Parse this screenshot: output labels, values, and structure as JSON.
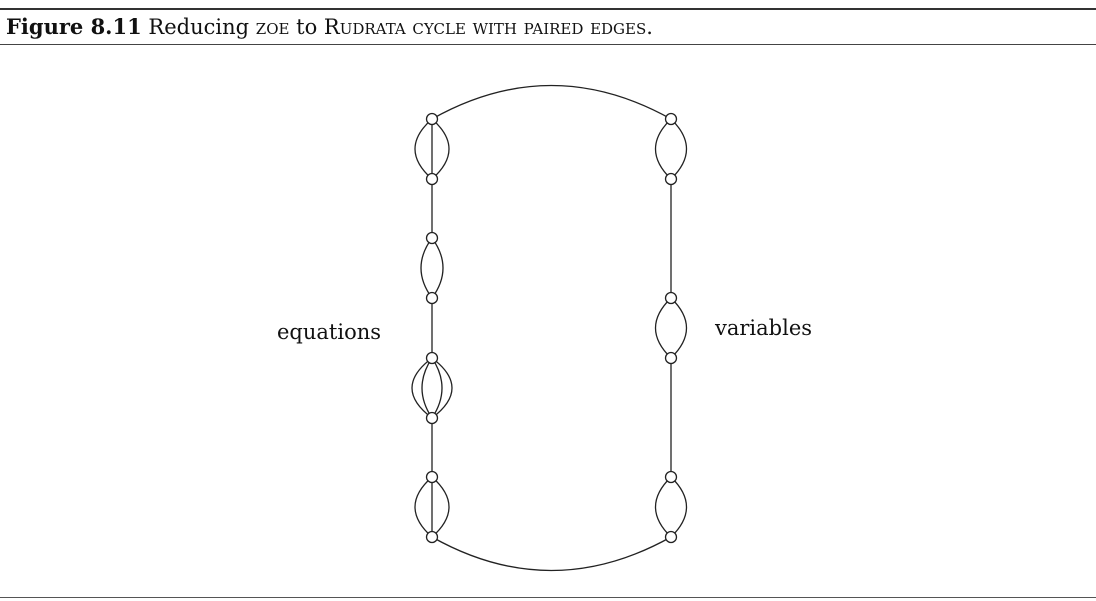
{
  "figure": {
    "number": "Figure 8.11",
    "text_a": "Reducing",
    "term_zoe": "zoe",
    "text_b": "to",
    "problem": "Rudrata cycle with paired edges",
    "end": "."
  },
  "diagram": {
    "left_label": "equations",
    "right_label": "variables"
  }
}
